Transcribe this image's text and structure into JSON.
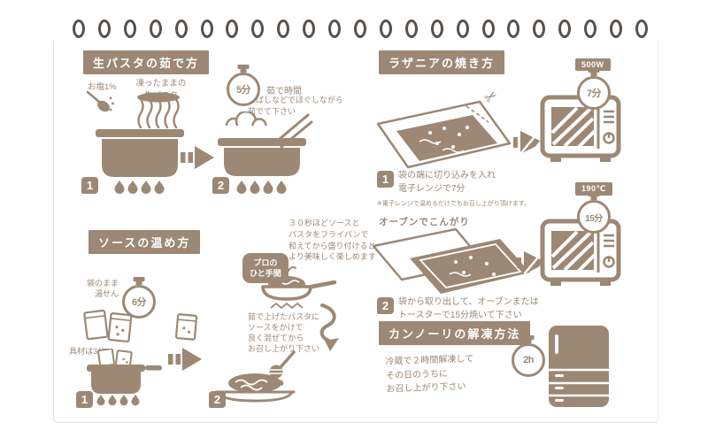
{
  "colors": {
    "ink": "#9c8874",
    "ring": "#57504b",
    "paper": "#ffffff"
  },
  "pasta": {
    "title": "生パスタの茹で方",
    "salt": "お塩1%",
    "frozen": "凍ったままの\n生パスタ",
    "timer": "5分",
    "timer_label": "茹で時間",
    "note": "菜ばしなどでほぐしながら\n茹でて下さい",
    "step1": "1",
    "step2": "2"
  },
  "sauce": {
    "title": "ソースの温め方",
    "bag": "袋のまま\n湯せん",
    "timer": "6分",
    "ingredients": "具材は3分",
    "protip": "プロの\nひと手間",
    "pro_note": "３０秒ほどソースと\nパスタをフライパンで\n和えてから盛り付けると\nより美味しく楽しめます",
    "serve_note": "茹で上げたパスタに\nソースをかけて\n良く混ぜてから\nお召し上がり下さい",
    "step1": "1",
    "step2": "2"
  },
  "lasagna": {
    "title": "ラザニアの焼き方",
    "watt": "500W",
    "timer1": "7分",
    "step1_text": "袋の端に切り込みを入れ\n電子レンジで7分",
    "micro_note": "※電子レンジで温めるだけでもお召し上がり頂けます。",
    "temp": "190℃",
    "timer2": "15分",
    "oven_label": "オーブンでこんがり",
    "step2_text": "袋から取り出して、オーブンまたは\nトースターで15分焼いて下さい",
    "step1": "1",
    "step2": "2"
  },
  "cannoli": {
    "title": "カンノーリの解凍方法",
    "timer": "2h",
    "note": "冷蔵で２時間解凍して\nその日のうちに\nお召し上がり下さい"
  }
}
